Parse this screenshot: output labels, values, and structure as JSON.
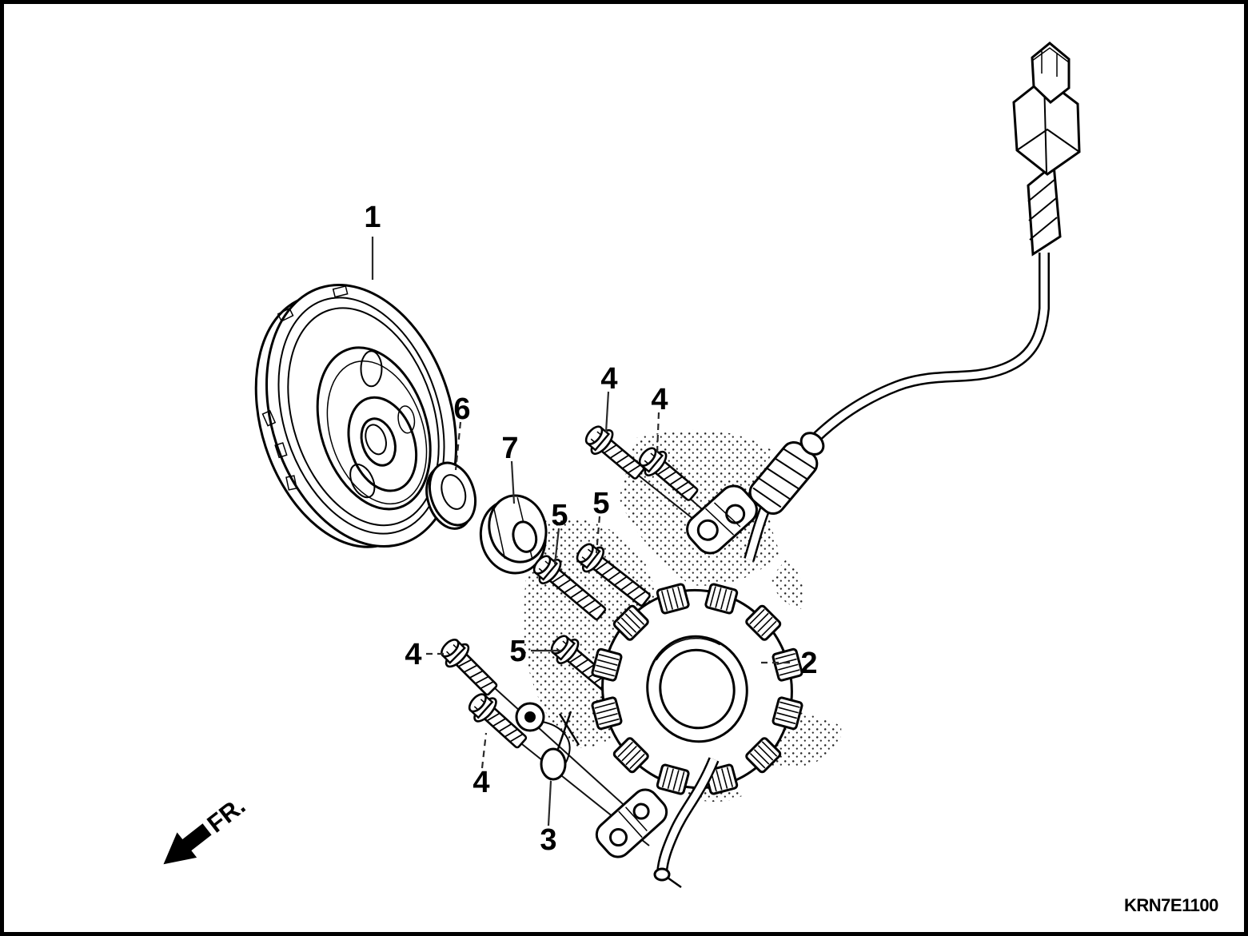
{
  "page": {
    "background_color": "#ffffff",
    "ink_color": "#000000"
  },
  "drawing": {
    "part_code": "KRN7E1100",
    "direction_indicator": {
      "label": "FR.",
      "icon": "front-direction-arrow"
    },
    "callouts": [
      {
        "id": "flywheel",
        "num": "1"
      },
      {
        "id": "stator",
        "num": "2"
      },
      {
        "id": "wire-clamp",
        "num": "3"
      },
      {
        "id": "bolt-top-a",
        "num": "4"
      },
      {
        "id": "bolt-top-b",
        "num": "4"
      },
      {
        "id": "bolt-left",
        "num": "4"
      },
      {
        "id": "bolt-bottom",
        "num": "4"
      },
      {
        "id": "bolt-mid-a",
        "num": "5"
      },
      {
        "id": "bolt-mid-b",
        "num": "5"
      },
      {
        "id": "bolt-lower",
        "num": "5"
      },
      {
        "id": "washer",
        "num": "6"
      },
      {
        "id": "flange-nut",
        "num": "7"
      }
    ]
  }
}
